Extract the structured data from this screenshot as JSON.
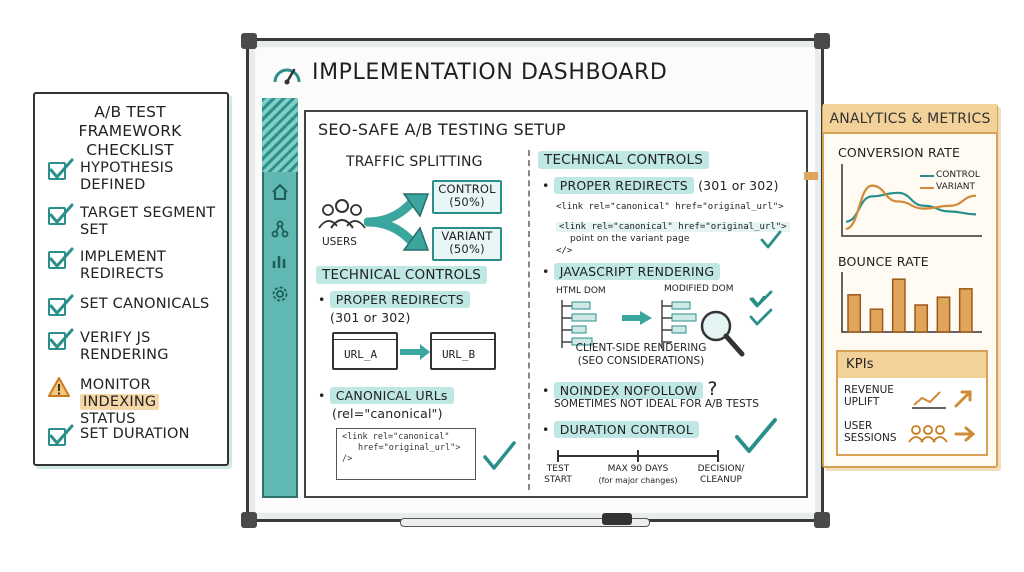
{
  "checklist": {
    "title_line1": "A/B TEST FRAMEWORK",
    "title_line2": "CHECKLIST",
    "items": [
      {
        "line1": "HYPOTHESIS",
        "line2": "DEFINED",
        "state": "checked"
      },
      {
        "line1": "TARGET SEGMENT",
        "line2": "SET",
        "state": "checked"
      },
      {
        "line1": "IMPLEMENT",
        "line2": "REDIRECTS",
        "state": "checked"
      },
      {
        "line1": "SET CANONICALS",
        "line2": "",
        "state": "checked"
      },
      {
        "line1": "VERIFY JS",
        "line2": "RENDERING",
        "state": "checked"
      },
      {
        "line1": "MONITOR ",
        "highlight": "INDEXING",
        "line2": "STATUS",
        "state": "warning"
      },
      {
        "line1": "SET DURATION",
        "line2": "",
        "state": "checked"
      }
    ]
  },
  "dashboard": {
    "title": "IMPLEMENTATION DASHBOARD",
    "panel_title": "SEO-SAFE A/B TESTING SETUP"
  },
  "traffic": {
    "title": "TRAFFIC SPLITTING",
    "users_label": "USERS",
    "control_label": "CONTROL",
    "control_pct": "(50%)",
    "variant_label": "VARIANT",
    "variant_pct": "(50%)"
  },
  "left_controls": {
    "heading": "TECHNICAL CONTROLS",
    "redirects_label": "PROPER REDIRECTS",
    "redirects_codes": "(301 or 302)",
    "url_a": "URL_A",
    "url_b": "URL_B",
    "canonical_label": "CANONICAL URLs",
    "canonical_sub": "(rel=\"canonical\")",
    "code_line1": "<link rel=\"canonical\"",
    "code_line2": "href=\"original_url\">",
    "code_line3": "/>"
  },
  "right_controls": {
    "heading": "TECHNICAL CONTROLS",
    "redirects_label": "PROPER REDIRECTS",
    "redirects_codes": "(301 or 302)",
    "code1": "<link rel=\"canonical\" href=\"original_url\">",
    "code2_line1": "<link rel=\"canonical\" href=\"original_url\">",
    "code2_line2": "point on the variant page",
    "code2_line3": "</>",
    "js_heading": "JAVASCRIPT RENDERING",
    "html_dom": "HTML DOM",
    "modified_dom": "MODIFIED DOM",
    "csr_line1": "CLIENT-SIDE RENDERING",
    "csr_line2": "(SEO CONSIDERATIONS)",
    "noindex_heading": "NOINDEX  NOFOLLOW",
    "noindex_question": "?",
    "noindex_note": "SOMETIMES NOT IDEAL FOR A/B TESTS",
    "duration_heading": "DURATION CONTROL",
    "timeline": [
      {
        "line1": "TEST",
        "line2": "START"
      },
      {
        "line1": "MAX 90 DAYS",
        "line2": "(for major changes)"
      },
      {
        "line1": "DECISION/",
        "line2": "CLEANUP"
      }
    ]
  },
  "analytics": {
    "title": "ANALYTICS & METRICS",
    "conversion_title": "CONVERSION RATE",
    "legend_control": "CONTROL",
    "legend_variant": "VARIANT",
    "bounce_title": "BOUNCE RATE",
    "kpi_title": "KPIs",
    "kpi1_line1": "REVENUE",
    "kpi1_line2": "UPLIFT",
    "kpi2_line1": "USER",
    "kpi2_line2": "SESSIONS"
  },
  "chart_data": [
    {
      "type": "line",
      "title": "CONVERSION RATE",
      "x": [
        1,
        2,
        3,
        4,
        5,
        6
      ],
      "series": [
        {
          "name": "CONTROL",
          "values": [
            20,
            55,
            60,
            42,
            34,
            30
          ]
        },
        {
          "name": "VARIANT",
          "values": [
            10,
            70,
            48,
            38,
            42,
            56
          ]
        }
      ],
      "ylim": [
        0,
        100
      ],
      "legend": "top-right",
      "colors": {
        "CONTROL": "#2a8f8a",
        "VARIANT": "#d08a3a"
      }
    },
    {
      "type": "bar",
      "title": "BOUNCE RATE",
      "categories": [
        "1",
        "2",
        "3",
        "4",
        "5",
        "6"
      ],
      "values": [
        62,
        38,
        88,
        45,
        58,
        72
      ],
      "ylim": [
        0,
        100
      ],
      "colors": {
        "bar": "#e0a45a"
      }
    }
  ],
  "colors": {
    "teal": "#2a8f8a",
    "teal_light": "#bfe7e3",
    "orange": "#d6a256",
    "orange_light": "#f3d29a",
    "warning": "#e08a2a"
  }
}
